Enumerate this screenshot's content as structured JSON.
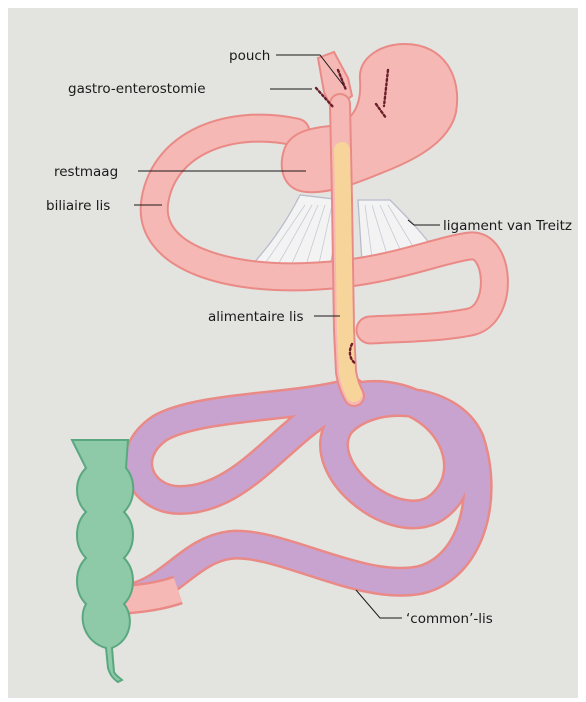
{
  "labels": {
    "pouch": "pouch",
    "gastro_enterostomie": "gastro-enterostomie",
    "restmaag": "restmaag",
    "biliaire_lis": "biliaire lis",
    "ligament_van_treitz": "ligament van Treitz",
    "alimentaire_lis": "alimentaire lis",
    "common_lis": "‘common’-lis"
  },
  "colors": {
    "background": "#e3e4e0",
    "stomach_fill": "#f6b8b4",
    "stomach_outline": "#ea8a86",
    "alimentary_limb": "#f7d49a",
    "common_limb": "#c9a3cf",
    "colon_fill": "#8ec9a8",
    "colon_outline": "#5aa880",
    "ligament": "#f2f2f2",
    "staples": "#6b1e2c"
  }
}
